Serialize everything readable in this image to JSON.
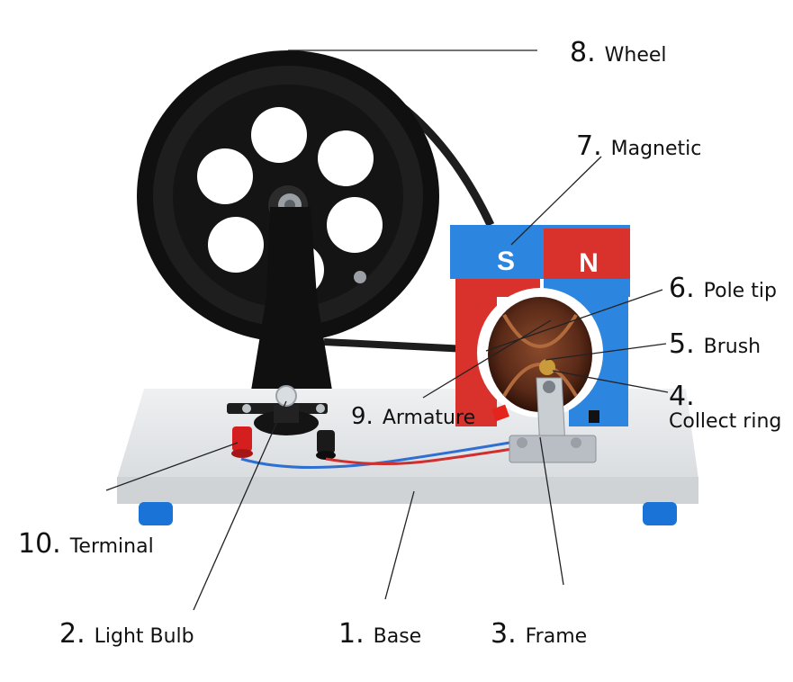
{
  "labels": {
    "wheel": {
      "num": "8.",
      "name": "Wheel"
    },
    "magnetic": {
      "num": "7.",
      "name": "Magnetic"
    },
    "pole_tip": {
      "num": "6.",
      "name": "Pole tip"
    },
    "brush": {
      "num": "5.",
      "name": "Brush"
    },
    "collect_ring": {
      "num": "4.",
      "name": "Collect ring"
    },
    "armature": {
      "num": "9.",
      "name": "Armature"
    },
    "terminal": {
      "num": "10.",
      "name": "Terminal"
    },
    "light_bulb": {
      "num": "2.",
      "name": "Light Bulb"
    },
    "base": {
      "num": "1.",
      "name": "Base"
    },
    "frame": {
      "num": "3.",
      "name": "Frame"
    }
  },
  "magnet": {
    "south": "S",
    "north": "N"
  },
  "colors": {
    "magnet_red": "#d9312b",
    "magnet_blue": "#2c86e0",
    "wheel": "#151515",
    "base": "#e4e6e8",
    "feet": "#1a73d6",
    "leader_line": "#222222"
  }
}
